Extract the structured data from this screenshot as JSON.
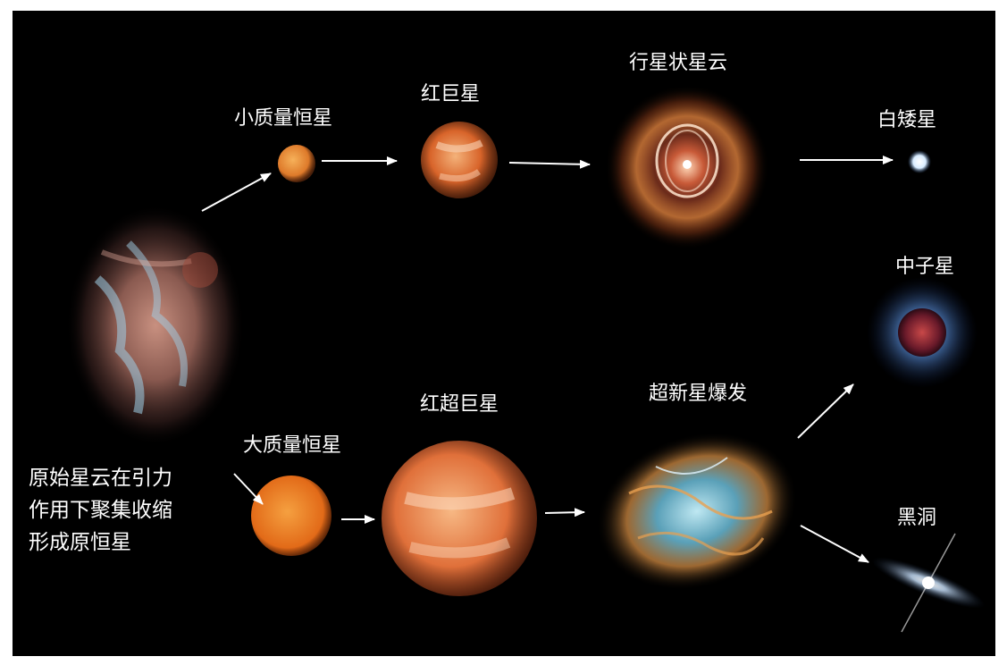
{
  "stages": {
    "protostar_nebula": {
      "caption_lines": [
        "原始星云在引力",
        "作用下聚集收缩",
        "形成原恒星"
      ]
    },
    "low_mass_star": {
      "label": "小质量恒星"
    },
    "red_giant": {
      "label": "红巨星"
    },
    "planetary_nebula": {
      "label": "行星状星云"
    },
    "white_dwarf": {
      "label": "白矮星"
    },
    "high_mass_star": {
      "label": "大质量恒星"
    },
    "red_supergiant": {
      "label": "红超巨星"
    },
    "supernova": {
      "label": "超新星爆发"
    },
    "neutron_star": {
      "label": "中子星"
    },
    "black_hole": {
      "label": "黑洞"
    }
  },
  "colors": {
    "background": "#000000",
    "frame": "#ffffff",
    "text": "#ffffff",
    "arrow": "#ffffff",
    "star_orange": "#e0782a",
    "nebula_blue": "#8fc8e0"
  }
}
